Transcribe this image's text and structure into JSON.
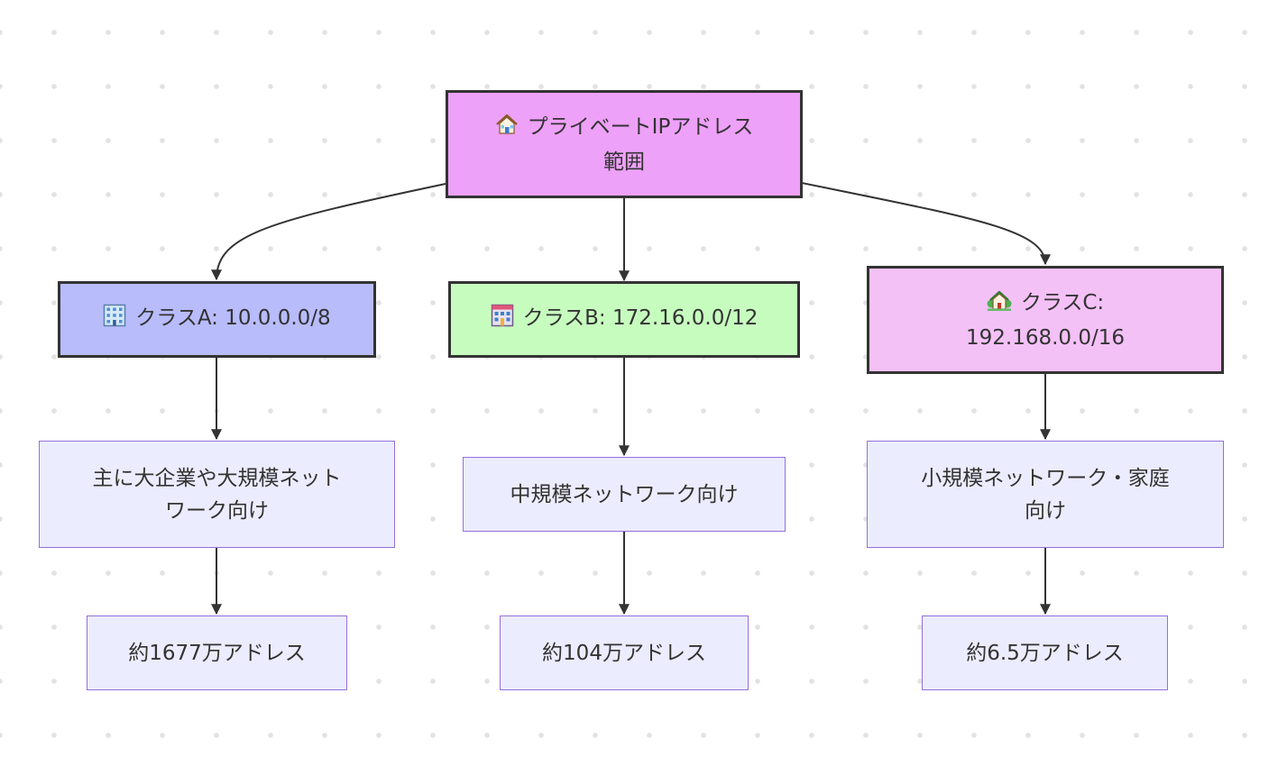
{
  "diagram": {
    "root": {
      "icon": "house-icon",
      "line1": "プライベートIPアドレス",
      "line2": "範囲"
    },
    "class_a": {
      "icon": "office-building-icon",
      "label": "クラスA: 10.0.0.0/8",
      "usage_line1": "主に大企業や大規模ネット",
      "usage_line2": "ワーク向け",
      "count": "約1677万アドレス"
    },
    "class_b": {
      "icon": "building-icon",
      "label": "クラスB: 172.16.0.0/12",
      "usage": "中規模ネットワーク向け",
      "count": "約104万アドレス"
    },
    "class_c": {
      "icon": "house-with-garden-icon",
      "label_line1": "クラスC:",
      "label_line2": "192.168.0.0/16",
      "usage_line1": "小規模ネットワーク・家庭",
      "usage_line2": "向け",
      "count": "約6.5万アドレス"
    },
    "colors": {
      "root_fill": "#eea1f8",
      "class_a_fill": "#b8bcfb",
      "class_b_fill": "#c7fcbf",
      "class_c_fill": "#f4c1f7",
      "default_fill": "#ececff",
      "default_border": "#9370db",
      "edge": "#333333"
    }
  }
}
